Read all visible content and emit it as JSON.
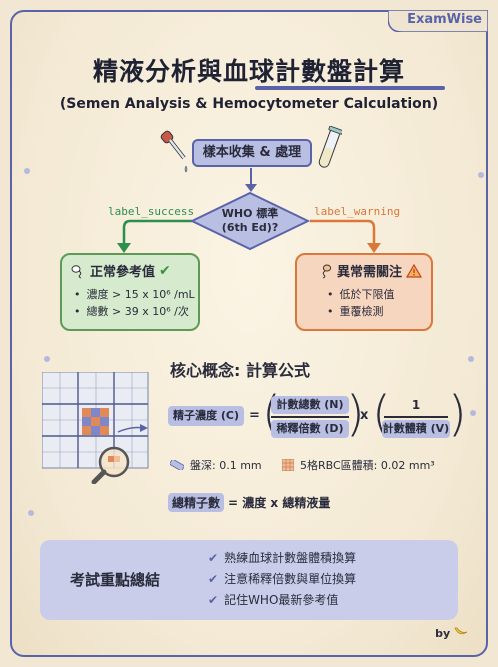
{
  "brand": "ExamWise",
  "title": "精液分析與血球計數盤計算",
  "subtitle": "(Semen Analysis & Hemocytometer Calculation)",
  "flow": {
    "start": "樣本收集 & 處理",
    "decision_line1": "WHO 標準",
    "decision_line2": "(6th Ed)?",
    "branch_left": "label_success",
    "branch_right": "label_warning",
    "normal": {
      "title": "正常參考值",
      "items": [
        "濃度 > 15 x 10⁶ /mL",
        "總數 > 39 x 10⁶ /次"
      ]
    },
    "abnormal": {
      "title": "異常需關注",
      "items": [
        "低於下限值",
        "重覆檢測"
      ]
    }
  },
  "concept": {
    "title": "核心概念: 計算公式",
    "lhs": "精子濃度 (C)",
    "equals": "=",
    "num1": "計數總數 (N)",
    "den1": "稀釋倍數 (D)",
    "times": "x",
    "num2": "1",
    "den2": "計數體積 (V)",
    "depth": "盤深: 0.1 mm",
    "volume": "5格RBC區體積: 0.02 mm³",
    "total_chip": "總精子數",
    "total_rest": "= 濃度 x 總精液量"
  },
  "summary": {
    "title": "考試重點總結",
    "items": [
      "熟練血球計數盤體積換算",
      "注意稀釋倍數與單位換算",
      "記住WHO最新參考值"
    ]
  },
  "byline": "by",
  "colors": {
    "accent": "#5a63a8",
    "success": "#5e9a55",
    "warning": "#d9783a",
    "chip": "#b9bee3"
  }
}
